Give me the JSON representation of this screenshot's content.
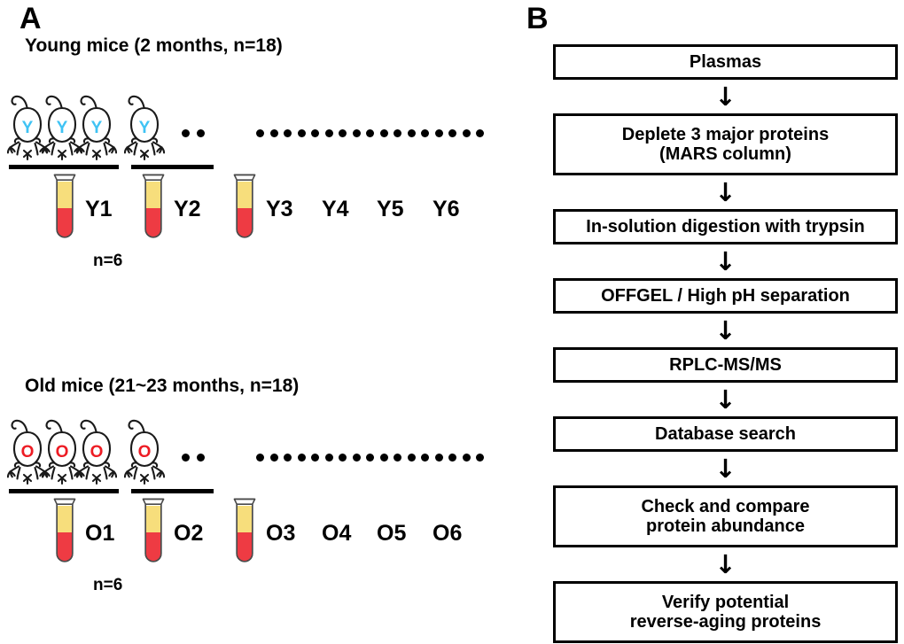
{
  "figure": {
    "panels": [
      {
        "letter": "A",
        "name": "experimental-design"
      },
      {
        "letter": "B",
        "name": "workflow"
      }
    ]
  },
  "panel_a": {
    "groups": [
      {
        "id": "young",
        "title": "Young mice (2 months, n=18)",
        "mouse_glyph": "Y",
        "mouse_glyph_color": "#3FC3F4",
        "mouse_count_drawn": 4,
        "pool_caption": "n=6",
        "ellipsis_short_dots": 2,
        "ellipsis_long_dots": 17,
        "samples": [
          {
            "label": "Y1",
            "has_tube": true
          },
          {
            "label": "Y2",
            "has_tube": true
          },
          {
            "label": "Y3",
            "has_tube": true
          },
          {
            "label": "Y4",
            "has_tube": false
          },
          {
            "label": "Y5",
            "has_tube": false
          },
          {
            "label": "Y6",
            "has_tube": false
          }
        ]
      },
      {
        "id": "old",
        "title": "Old mice (21~23 months, n=18)",
        "mouse_glyph": "O",
        "mouse_glyph_color": "#ED1C24",
        "mouse_count_drawn": 4,
        "pool_caption": "n=6",
        "ellipsis_short_dots": 2,
        "ellipsis_long_dots": 17,
        "samples": [
          {
            "label": "O1",
            "has_tube": true
          },
          {
            "label": "O2",
            "has_tube": true
          },
          {
            "label": "O3",
            "has_tube": true
          },
          {
            "label": "O4",
            "has_tube": false
          },
          {
            "label": "O5",
            "has_tube": false
          },
          {
            "label": "O6",
            "has_tube": false
          }
        ]
      }
    ],
    "tube": {
      "plasma_color": "#F7DE7C",
      "blood_color": "#EE3B43",
      "glass_color": "#FFFFFF",
      "outline_color": "#4A4A4A"
    }
  },
  "panel_b": {
    "arrow_glyph": "↓",
    "steps": [
      {
        "label": "Plasmas",
        "lines": 1
      },
      {
        "label": "Deplete 3 major proteins\n(MARS column)",
        "lines": 2
      },
      {
        "label": "In-solution digestion with trypsin",
        "lines": 1
      },
      {
        "label": "OFFGEL / High pH separation",
        "lines": 1
      },
      {
        "label": "RPLC-MS/MS",
        "lines": 1
      },
      {
        "label": "Database search",
        "lines": 1
      },
      {
        "label": "Check and compare\nprotein abundance",
        "lines": 2
      },
      {
        "label": "Verify potential\nreverse-aging proteins",
        "lines": 2
      }
    ]
  }
}
